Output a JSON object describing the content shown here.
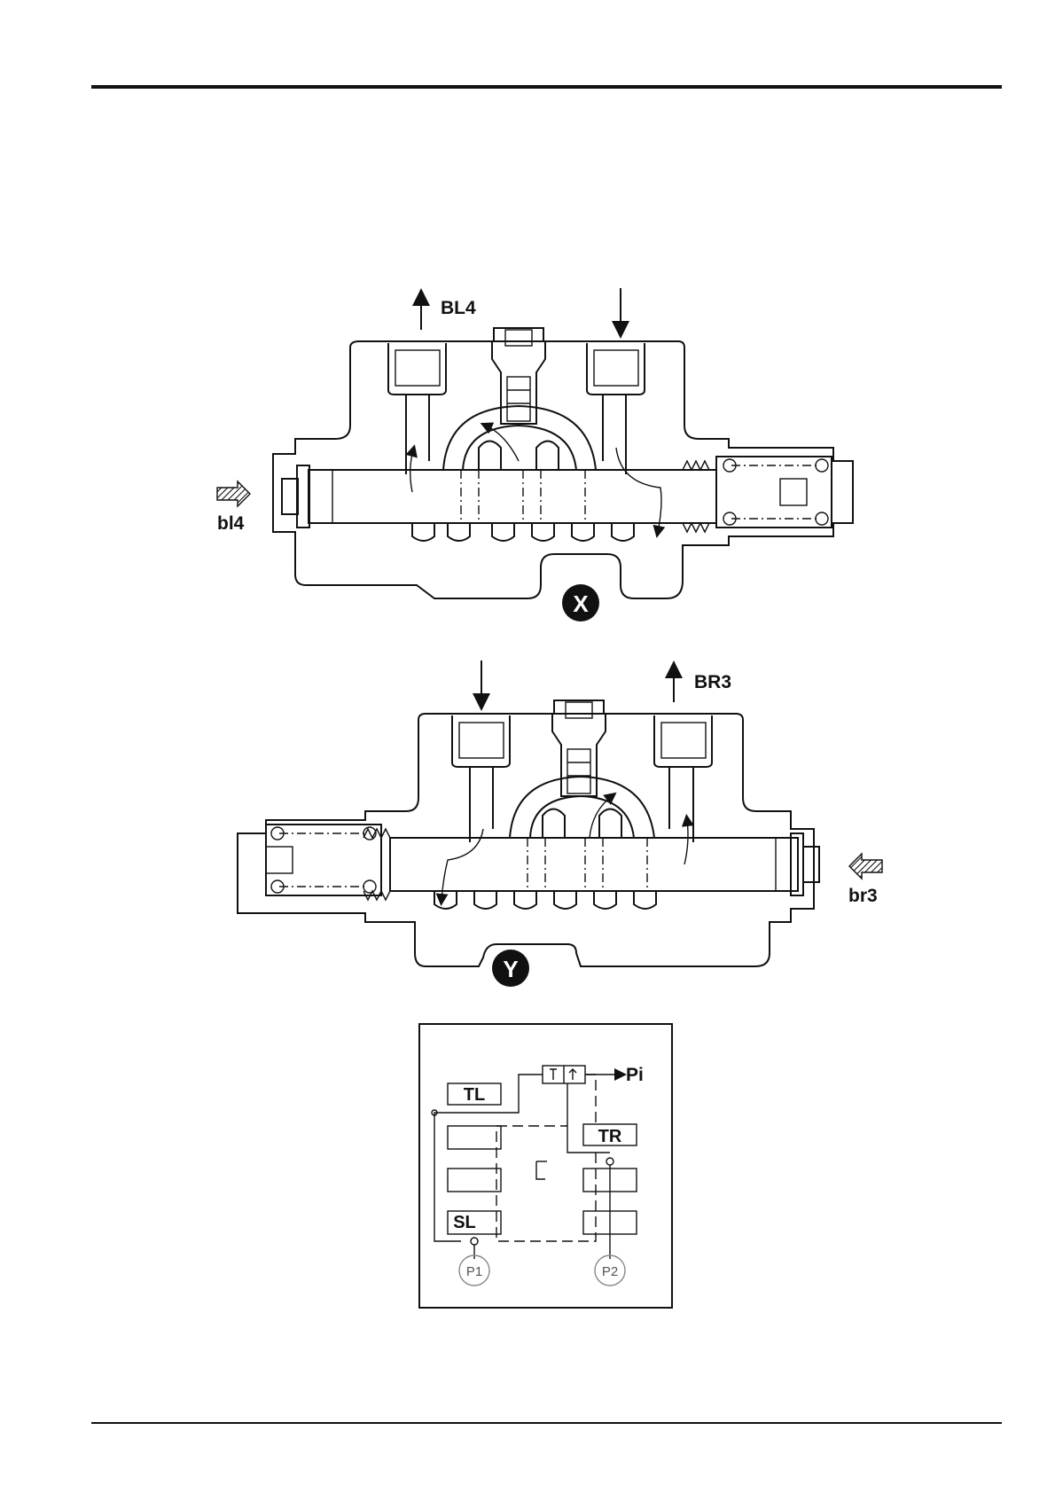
{
  "view_x": {
    "port_out_label": "BL4",
    "pilot_label": "bl4",
    "badge": "X"
  },
  "view_y": {
    "port_out_label": "BR3",
    "pilot_label": "br3",
    "badge": "Y"
  },
  "circuit": {
    "boxes": [
      "TL",
      "TR",
      "SL"
    ],
    "pilot_label": "Pi",
    "pumps": [
      "P1",
      "P2"
    ]
  }
}
